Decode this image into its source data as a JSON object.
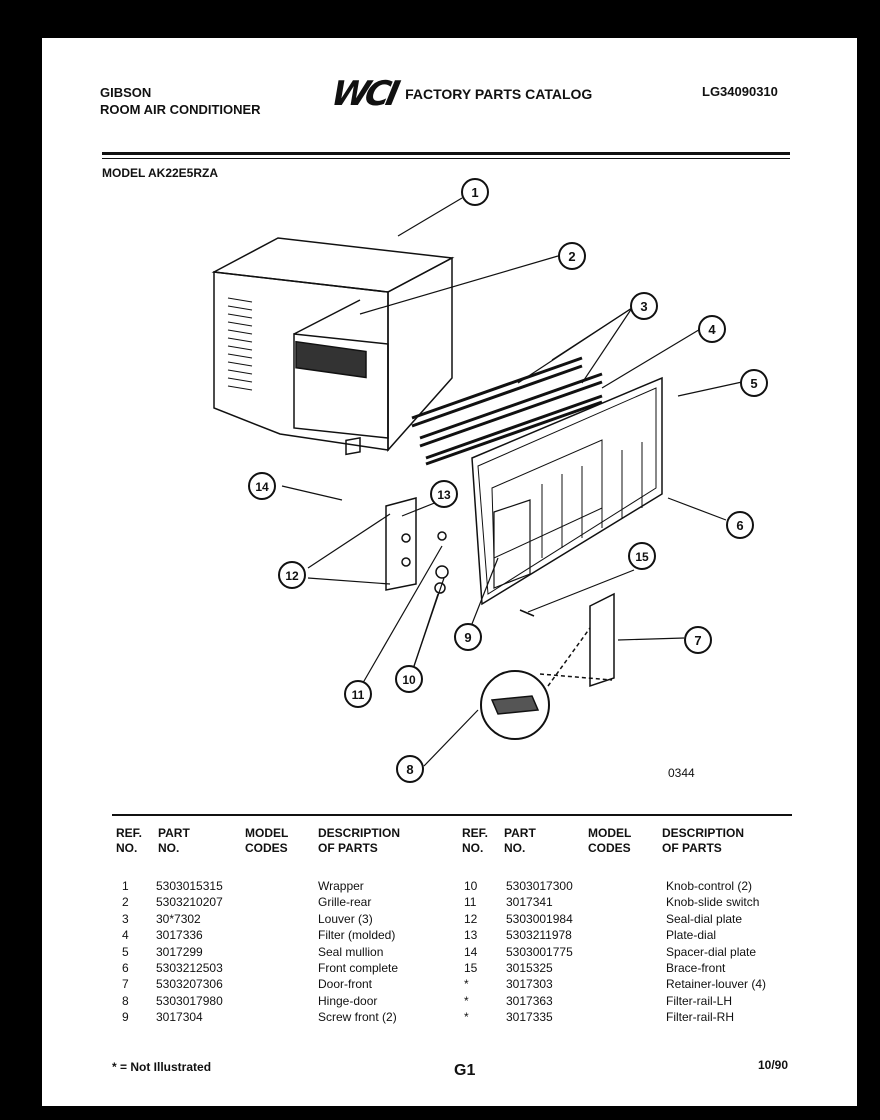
{
  "header": {
    "brand": "GIBSON",
    "product": "ROOM AIR CONDITIONER",
    "logo": "WCI",
    "catalog": "FACTORY PARTS CATALOG",
    "catalog_code": "LG34090310",
    "model": "MODEL AK22E5RZA"
  },
  "diagram": {
    "drawing_code": "0344",
    "callouts": [
      "1",
      "2",
      "3",
      "4",
      "5",
      "6",
      "7",
      "8",
      "9",
      "10",
      "11",
      "12",
      "13",
      "14",
      "15"
    ]
  },
  "table": {
    "headers": {
      "ref": [
        "REF.",
        "NO."
      ],
      "part": [
        "PART",
        "NO."
      ],
      "model": [
        "MODEL",
        "CODES"
      ],
      "desc": [
        "DESCRIPTION",
        "OF PARTS"
      ]
    },
    "left": [
      {
        "ref": "1",
        "part": "5303015315",
        "desc": "Wrapper"
      },
      {
        "ref": "2",
        "part": "5303210207",
        "desc": "Grille-rear"
      },
      {
        "ref": "3",
        "part": "30*7302",
        "desc": "Louver (3)"
      },
      {
        "ref": "4",
        "part": "3017336",
        "desc": "Filter (molded)"
      },
      {
        "ref": "5",
        "part": "3017299",
        "desc": "Seal mullion"
      },
      {
        "ref": "6",
        "part": "5303212503",
        "desc": "Front complete"
      },
      {
        "ref": "7",
        "part": "5303207306",
        "desc": "Door-front"
      },
      {
        "ref": "8",
        "part": "5303017980",
        "desc": "Hinge-door"
      },
      {
        "ref": "9",
        "part": "3017304",
        "desc": "Screw front (2)"
      }
    ],
    "right": [
      {
        "ref": "10",
        "part": "5303017300",
        "desc": "Knob-control (2)"
      },
      {
        "ref": "11",
        "part": "3017341",
        "desc": "Knob-slide switch"
      },
      {
        "ref": "12",
        "part": "5303001984",
        "desc": "Seal-dial plate"
      },
      {
        "ref": "13",
        "part": "5303211978",
        "desc": "Plate-dial"
      },
      {
        "ref": "14",
        "part": "5303001775",
        "desc": "Spacer-dial plate"
      },
      {
        "ref": "15",
        "part": "3015325",
        "desc": "Brace-front"
      },
      {
        "ref": "*",
        "part": "3017303",
        "desc": "Retainer-louver (4)"
      },
      {
        "ref": "*",
        "part": "3017363",
        "desc": "Filter-rail-LH"
      },
      {
        "ref": "*",
        "part": "3017335",
        "desc": "Filter-rail-RH"
      }
    ]
  },
  "footer": {
    "note": "* = Not Illustrated",
    "page": "G1",
    "date": "10/90"
  }
}
